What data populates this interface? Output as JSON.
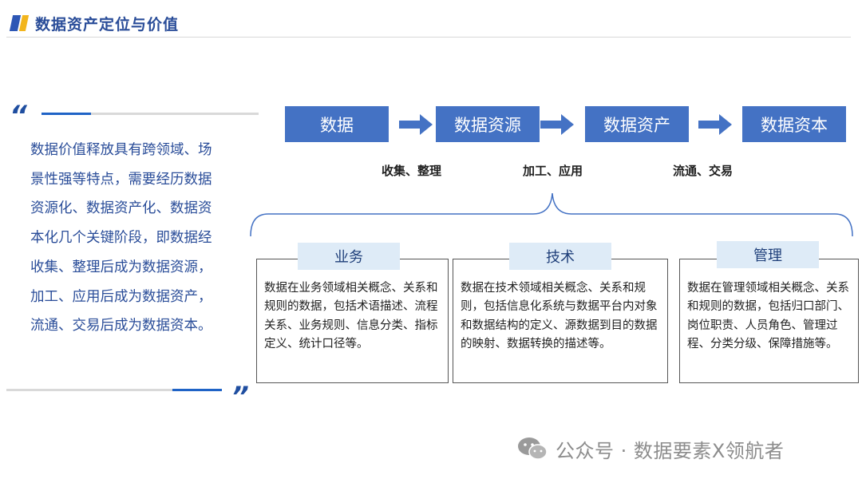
{
  "header": {
    "title": "数据资产定位与价值"
  },
  "quote": {
    "text": "数据价值释放具有跨领域、场景性强等特点，需要经历数据资源化、数据资产化、数据资本化几个关键阶段，即数据经收集、整理后成为数据资源，加工、应用后成为数据资产，流通、交易后成为数据资本。",
    "open_mark": "“",
    "close_mark": "”"
  },
  "flow": {
    "stages": [
      "数据",
      "数据资源",
      "数据资产",
      "数据资本"
    ],
    "steps": [
      "收集、整理",
      "加工、应用",
      "流通、交易"
    ]
  },
  "categories": [
    {
      "title": "业务",
      "description": "数据在业务领域相关概念、关系和规则的数据，包括术语描述、流程关系、业务规则、信息分类、指标定义、统计口径等。"
    },
    {
      "title": "技术",
      "description": "数据在技术领域相关概念、关系和规则，包括信息化系统与数据平台内对象和数据结构的定义、源数据到目的数据的映射、数据转换的描述等。"
    },
    {
      "title": "管理",
      "description": "数据在管理领域相关概念、关系和规则的数据，包括归口部门、岗位职责、人员角色、管理过程、分类分级、保障措施等。"
    }
  ],
  "watermark": {
    "text": "公众号 · 数据要素X领航者"
  },
  "colors": {
    "stage_fill": "#4472c4",
    "category_header_fill": "#deebf7",
    "title_text": "#2a4d99",
    "accent_yellow": "#f2b51d"
  }
}
